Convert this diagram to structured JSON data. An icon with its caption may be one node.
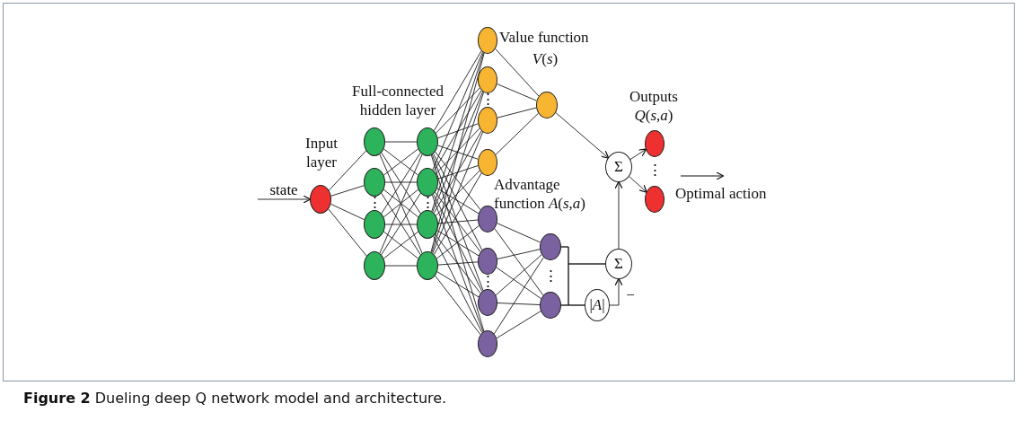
{
  "diagram": {
    "caption": "**Figure 2** Dueling deep Q network model and architecture.",
    "nodes": [
      {
        "text": [],
        "shape": "circle"
      },
      {
        "text": [],
        "shape": "circle"
      },
      {
        "text": [],
        "shape": "circle"
      },
      {
        "text": [],
        "shape": "circle"
      },
      {
        "text": [],
        "shape": "circle"
      },
      {
        "text": [],
        "shape": "circle"
      },
      {
        "text": [],
        "shape": "circle"
      },
      {
        "text": [],
        "shape": "circle"
      },
      {
        "text": [],
        "shape": "circle"
      },
      {
        "text": [],
        "shape": "circle"
      },
      {
        "text": [],
        "shape": "circle"
      },
      {
        "text": [],
        "shape": "circle"
      },
      {
        "text": [],
        "shape": "circle"
      },
      {
        "text": [],
        "shape": "circle"
      },
      {
        "text": [],
        "shape": "circle"
      },
      {
        "text": [],
        "shape": "circle"
      },
      {
        "text": [],
        "shape": "circle"
      },
      {
        "text": [],
        "shape": "circle"
      },
      {
        "text": [],
        "shape": "circle"
      },
      {
        "text": [],
        "shape": "circle"
      },
      {
        "text": [
          "Σ"
        ]
      },
      {
        "text": [
          "Σ"
        ]
      },
      {
        "text": [
          "|*A*|"
        ]
      },
      {
        "text": [],
        "shape": "circle"
      },
      {
        "text": [],
        "shape": "circle"
      }
    ],
    "edges": [
      {
        "from": null,
        "to": 0,
        "arrow": "to",
        "label": "state"
      },
      {
        "from": 0,
        "to": 1,
        "arrow": "none"
      },
      {
        "from": 0,
        "to": 2,
        "arrow": "none"
      },
      {
        "from": 0,
        "to": 3,
        "arrow": "none"
      },
      {
        "from": 0,
        "to": 4,
        "arrow": "none"
      },
      {
        "from": 1,
        "to": 5,
        "arrow": "none"
      },
      {
        "from": 1,
        "to": 6,
        "arrow": "none"
      },
      {
        "from": 1,
        "to": 7,
        "arrow": "none"
      },
      {
        "from": 1,
        "to": 8,
        "arrow": "none"
      },
      {
        "from": 2,
        "to": 5,
        "arrow": "none"
      },
      {
        "from": 2,
        "to": 6,
        "arrow": "none"
      },
      {
        "from": 2,
        "to": 7,
        "arrow": "none"
      },
      {
        "from": 2,
        "to": 8,
        "arrow": "none"
      },
      {
        "from": 3,
        "to": 5,
        "arrow": "none"
      },
      {
        "from": 3,
        "to": 6,
        "arrow": "none"
      },
      {
        "from": 3,
        "to": 7,
        "arrow": "none"
      },
      {
        "from": 3,
        "to": 8,
        "arrow": "none"
      },
      {
        "from": 4,
        "to": 5,
        "arrow": "none"
      },
      {
        "from": 4,
        "to": 6,
        "arrow": "none"
      },
      {
        "from": 4,
        "to": 7,
        "arrow": "none"
      },
      {
        "from": 4,
        "to": 8,
        "arrow": "none"
      },
      {
        "from": 5,
        "to": 9,
        "arrow": "none"
      },
      {
        "from": 5,
        "to": 10,
        "arrow": "none"
      },
      {
        "from": 5,
        "to": 11,
        "arrow": "none"
      },
      {
        "from": 5,
        "to": 12,
        "arrow": "none"
      },
      {
        "from": 5,
        "to": 13,
        "arrow": "none"
      },
      {
        "from": 5,
        "to": 14,
        "arrow": "none"
      },
      {
        "from": 5,
        "to": 15,
        "arrow": "none"
      },
      {
        "from": 5,
        "to": 16,
        "arrow": "none"
      },
      {
        "from": 6,
        "to": 9,
        "arrow": "none"
      },
      {
        "from": 6,
        "to": 10,
        "arrow": "none"
      },
      {
        "from": 6,
        "to": 11,
        "arrow": "none"
      },
      {
        "from": 6,
        "to": 12,
        "arrow": "none"
      },
      {
        "from": 6,
        "to": 13,
        "arrow": "none"
      },
      {
        "from": 6,
        "to": 14,
        "arrow": "none"
      },
      {
        "from": 6,
        "to": 15,
        "arrow": "none"
      },
      {
        "from": 6,
        "to": 16,
        "arrow": "none"
      },
      {
        "from": 7,
        "to": 9,
        "arrow": "none"
      },
      {
        "from": 7,
        "to": 10,
        "arrow": "none"
      },
      {
        "from": 7,
        "to": 11,
        "arrow": "none"
      },
      {
        "from": 7,
        "to": 12,
        "arrow": "none"
      },
      {
        "from": 7,
        "to": 13,
        "arrow": "none"
      },
      {
        "from": 7,
        "to": 14,
        "arrow": "none"
      },
      {
        "from": 7,
        "to": 15,
        "arrow": "none"
      },
      {
        "from": 7,
        "to": 16,
        "arrow": "none"
      },
      {
        "from": 8,
        "to": 9,
        "arrow": "none"
      },
      {
        "from": 8,
        "to": 10,
        "arrow": "none"
      },
      {
        "from": 8,
        "to": 11,
        "arrow": "none"
      },
      {
        "from": 8,
        "to": 12,
        "arrow": "none"
      },
      {
        "from": 8,
        "to": 13,
        "arrow": "none"
      },
      {
        "from": 8,
        "to": 14,
        "arrow": "none"
      },
      {
        "from": 8,
        "to": 15,
        "arrow": "none"
      },
      {
        "from": 8,
        "to": 16,
        "arrow": "none"
      },
      {
        "from": 9,
        "to": 17,
        "arrow": "none"
      },
      {
        "from": 10,
        "to": 17,
        "arrow": "none"
      },
      {
        "from": 11,
        "to": 17,
        "arrow": "none"
      },
      {
        "from": 12,
        "to": 17,
        "arrow": "none"
      },
      {
        "from": 13,
        "to": 18,
        "arrow": "none"
      },
      {
        "from": 13,
        "to": 19,
        "arrow": "none"
      },
      {
        "from": 14,
        "to": 18,
        "arrow": "none"
      },
      {
        "from": 14,
        "to": 19,
        "arrow": "none"
      },
      {
        "from": 15,
        "to": 18,
        "arrow": "none"
      },
      {
        "from": 15,
        "to": 19,
        "arrow": "none"
      },
      {
        "from": 16,
        "to": 18,
        "arrow": "none"
      },
      {
        "from": 16,
        "to": 19,
        "arrow": "none"
      },
      {
        "from": 17,
        "to": 20,
        "arrow": "to"
      },
      {
        "from": 18,
        "to": 21,
        "arrow": "none"
      },
      {
        "from": 19,
        "to": 21,
        "arrow": "none"
      },
      {
        "from": 18,
        "to": 22,
        "arrow": "none"
      },
      {
        "from": 19,
        "to": 22,
        "arrow": "none"
      },
      {
        "from": 22,
        "to": 21,
        "arrow": "to"
      },
      {
        "from": 21,
        "to": 20,
        "arrow": "to"
      },
      {
        "from": 20,
        "to": 23,
        "arrow": "to"
      },
      {
        "from": 20,
        "to": 24,
        "arrow": "to"
      }
    ],
    "labels": [
      "Value function",
      "*V*(*s*)",
      "Full-connected hidden layer",
      "Outputs",
      "*Q*(*s*,*a*)",
      "Input layer",
      "⋮",
      "⋮",
      "⋮",
      "⋮",
      "Advantage function *A*(*s*,*a*)",
      "Optimal action",
      "⋮",
      "⋮",
      "−"
    ]
  }
}
